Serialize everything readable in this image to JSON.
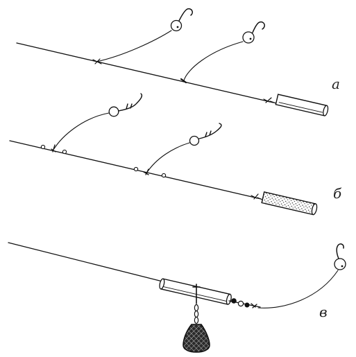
{
  "figure": {
    "panel_labels": [
      "а",
      "б",
      "в"
    ],
    "panels": [
      {
        "id": "a",
        "label_index": 0,
        "parts": [
          "main-line",
          "leader",
          "leader",
          "hook",
          "hook",
          "bead",
          "bead",
          "tube-sinker"
        ]
      },
      {
        "id": "b",
        "label_index": 1,
        "parts": [
          "main-line",
          "stopper-bead",
          "stopper-bead",
          "stopper-bead",
          "stopper-bead",
          "leader",
          "leader",
          "hook",
          "hook",
          "bead",
          "bead",
          "textured-sinker"
        ]
      },
      {
        "id": "v",
        "label_index": 2,
        "parts": [
          "main-line",
          "sliding-tube",
          "swivel",
          "chain",
          "pear-sinker",
          "bead",
          "bead",
          "bead",
          "leader",
          "hook",
          "bead"
        ]
      }
    ]
  }
}
